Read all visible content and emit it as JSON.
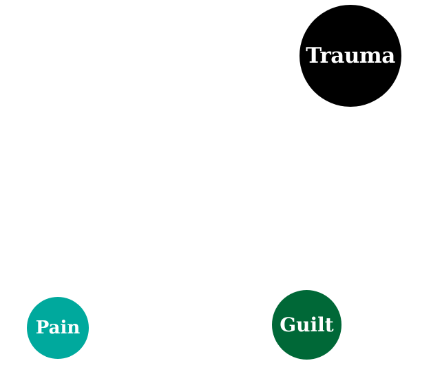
{
  "nodes": [
    {
      "id": "trauma",
      "label": "Trauma",
      "color": "#000000"
    },
    {
      "id": "pain",
      "label": "Pain",
      "color": "#00a99d"
    },
    {
      "id": "guilt",
      "label": "Guilt",
      "color": "#006837"
    }
  ]
}
